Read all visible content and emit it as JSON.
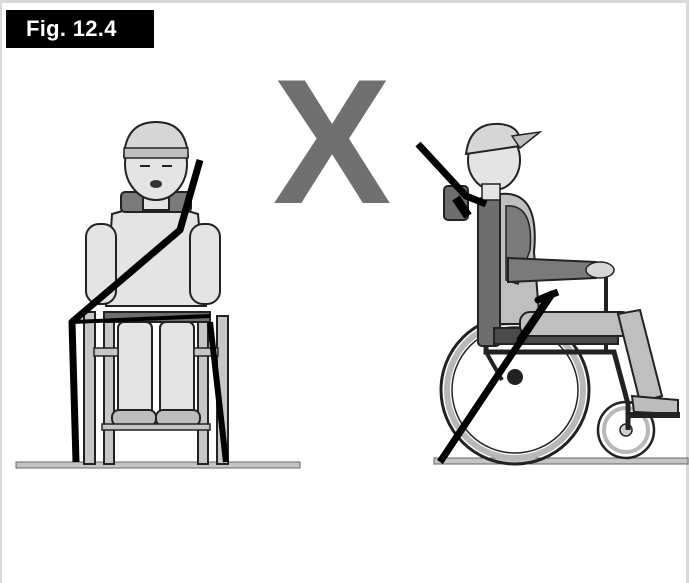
{
  "figure": {
    "label": "Fig. 12.4",
    "mark": "X",
    "mark_color": "#707070",
    "skin_color": "#e4e4e4",
    "cushion_color": "#6e6e6e",
    "strap_color": "#000000",
    "frame_color": "#b8b8b8",
    "icons": [
      "occupant-front-view",
      "occupant-side-view",
      "wheelchair-side-view",
      "incorrect-x-mark"
    ]
  }
}
